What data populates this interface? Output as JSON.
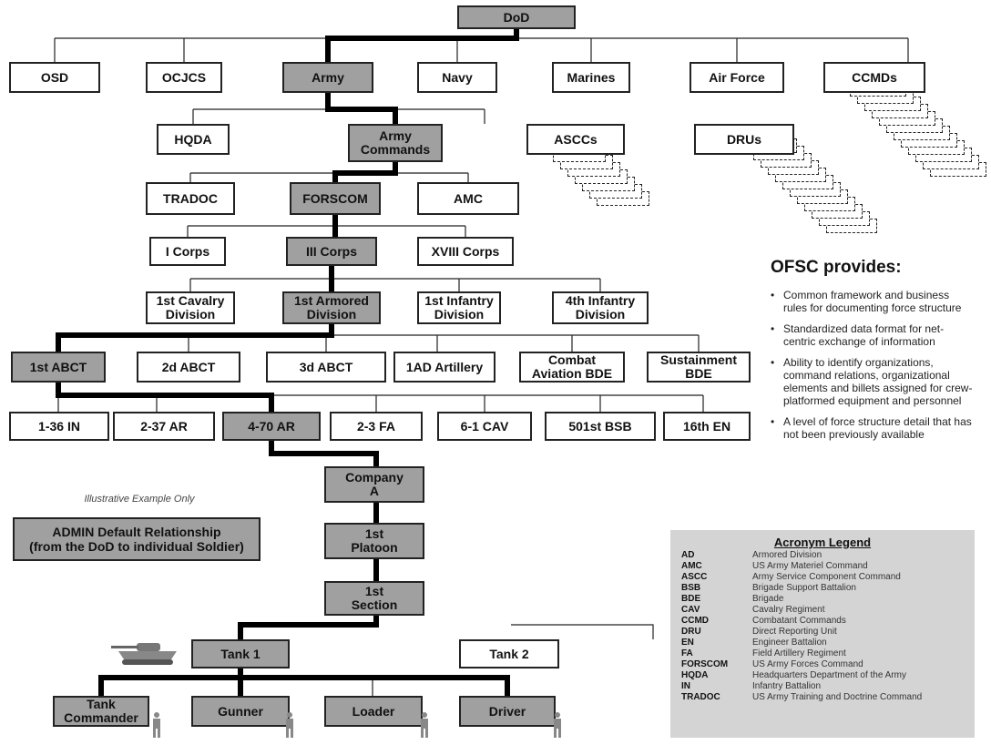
{
  "colors": {
    "highlight": "#a0a0a0",
    "line": "#222222",
    "legend_bg": "#d4d4d4"
  },
  "nodes": {
    "dod": "DoD",
    "osd": "OSD",
    "ocjcs": "OCJCS",
    "army": "Army",
    "navy": "Navy",
    "marines": "Marines",
    "airforce": "Air Force",
    "ccmds": "CCMDs",
    "hqda": "HQDA",
    "armycmds": "Army\nCommands",
    "asccs": "ASCCs",
    "drus": "DRUs",
    "tradoc": "TRADOC",
    "forscom": "FORSCOM",
    "amc": "AMC",
    "icorps": "I Corps",
    "iiicorps": "III Corps",
    "xviiicorps": "XVIII Corps",
    "cav1": "1st Cavalry\nDivision",
    "ad1": "1st Armored\nDivision",
    "inf1": "1st Infantry\nDivision",
    "inf4": "4th Infantry\nDivision",
    "abct1": "1st ABCT",
    "abct2": "2d ABCT",
    "abct3": "3d ABCT",
    "ad1art": "1AD Artillery",
    "cabde": "Combat\nAviation BDE",
    "susbde": "Sustainment\nBDE",
    "in136": "1-36 IN",
    "ar237": "2-37 AR",
    "ar470": "4-70 AR",
    "fa23": "2-3 FA",
    "cav61": "6-1 CAV",
    "bsb501": "501st BSB",
    "en16": "16th EN",
    "coa": "Company\nA",
    "plt1": "1st\nPlatoon",
    "sec1": "1st\nSection",
    "tank1": "Tank 1",
    "tank2": "Tank 2",
    "tc": "Tank\nCommander",
    "gunner": "Gunner",
    "loader": "Loader",
    "driver": "Driver"
  },
  "ofsc": {
    "title": "OFSC provides:",
    "bullets": [
      "Common framework and business rules for documenting force structure",
      "Standardized data format for net-centric exchange of information",
      "Ability to identify organizations, command relations, organizational elements and billets assigned for crew-platformed equipment and personnel",
      "A level of force structure detail that has not been previously available"
    ]
  },
  "illustrative": "Illustrative Example Only",
  "admin_note": "ADMIN Default Relationship\n(from the DoD to individual Soldier)",
  "legend": {
    "title": "Acronym Legend",
    "entries": [
      {
        "abbr": "AD",
        "def": "Armored Division"
      },
      {
        "abbr": "AMC",
        "def": "US Army Materiel Command"
      },
      {
        "abbr": "ASCC",
        "def": "Army Service Component Command"
      },
      {
        "abbr": "BSB",
        "def": "Brigade Support Battalion"
      },
      {
        "abbr": "BDE",
        "def": "Brigade"
      },
      {
        "abbr": "CAV",
        "def": "Cavalry Regiment"
      },
      {
        "abbr": "CCMD",
        "def": "Combatant Commands"
      },
      {
        "abbr": "DRU",
        "def": "Direct Reporting Unit"
      },
      {
        "abbr": "EN",
        "def": "Engineer Battalion"
      },
      {
        "abbr": "FA",
        "def": "Field Artillery Regiment"
      },
      {
        "abbr": "FORSCOM",
        "def": "US Army Forces Command"
      },
      {
        "abbr": "HQDA",
        "def": "Headquarters Department of the Army"
      },
      {
        "abbr": "IN",
        "def": "Infantry Battalion"
      },
      {
        "abbr": "TRADOC",
        "def": "US Army Training and Doctrine Command"
      }
    ]
  }
}
